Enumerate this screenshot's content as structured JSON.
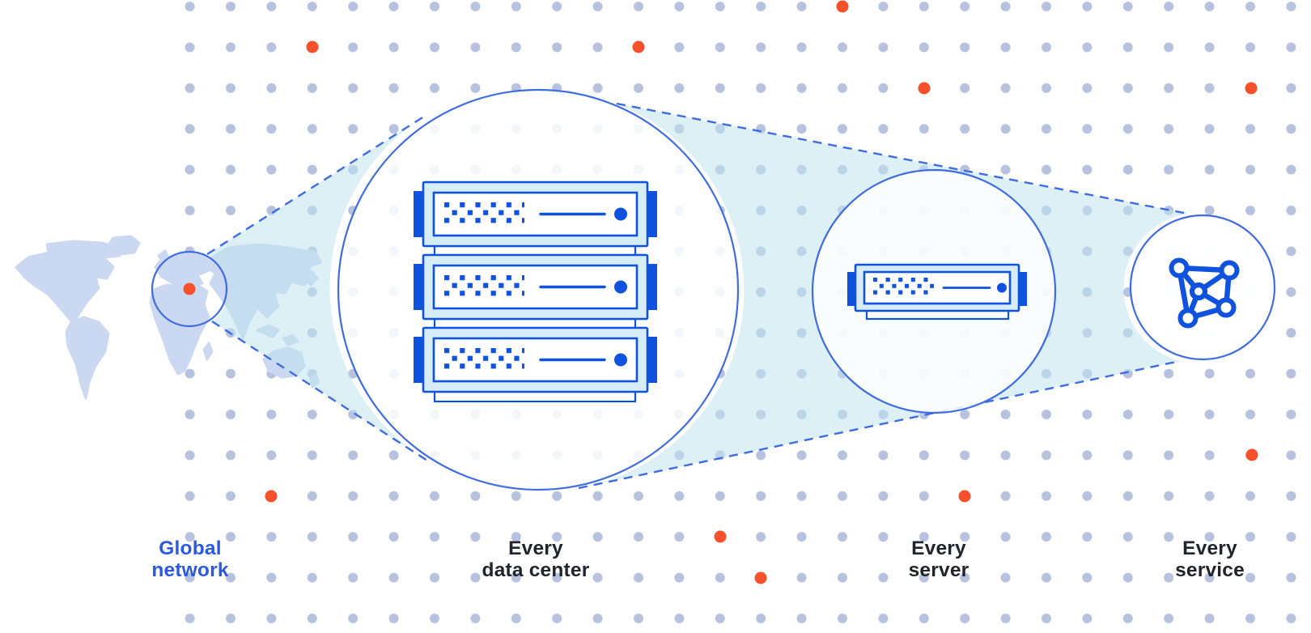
{
  "figure": {
    "type": "zoom-progression-diagram",
    "description_labels": {
      "global_network": {
        "line1": "Global",
        "line2": "network"
      },
      "every_data_center": {
        "line1": "Every",
        "line2": "data center"
      },
      "every_server": {
        "line1": "Every",
        "line2": "server"
      },
      "every_service": {
        "line1": "Every",
        "line2": "service"
      }
    },
    "icons": [
      "world-map",
      "location-marker-dot",
      "magnifier-circle",
      "server-rack-icon",
      "server-icon",
      "network-mesh-icon"
    ],
    "colors": {
      "accent_orange": "#f6512b",
      "icon_blue": "#0f52dd",
      "icon_light": "#d6edf8",
      "outline_blue": "#3f6ce0",
      "beam_cyan": "#bfe4ef",
      "grid_dot": "#b7c2df",
      "map_fill": "#cbd8f2",
      "label_dark": "#20242b",
      "label_blue": "#2b59e0",
      "background": "#ffffff"
    }
  }
}
